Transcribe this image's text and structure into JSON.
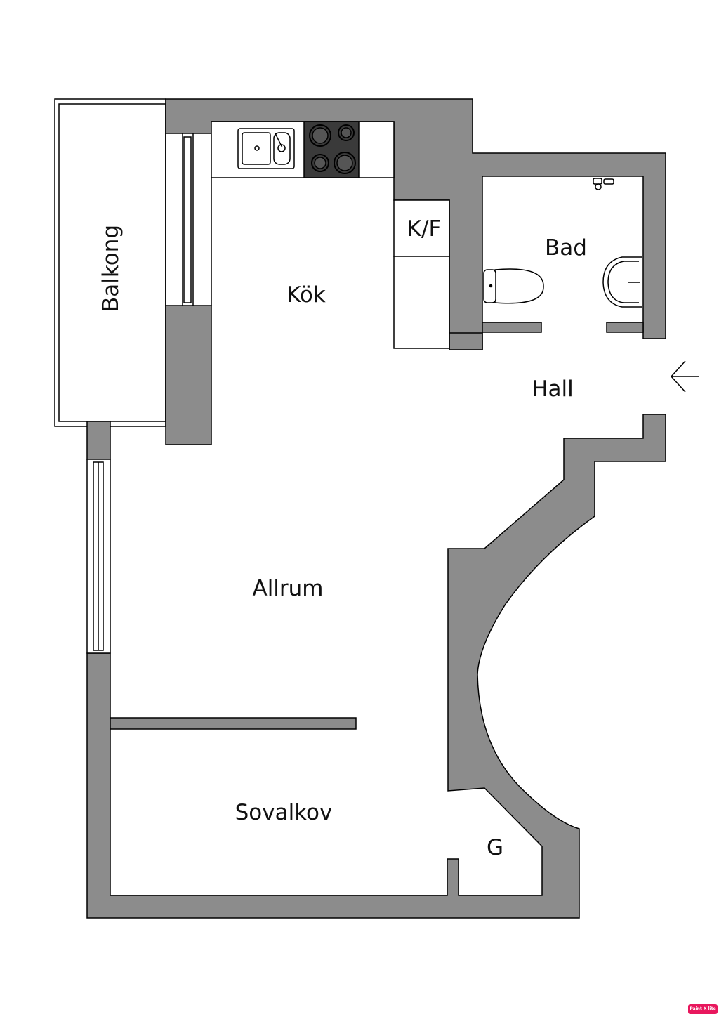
{
  "rooms": {
    "balkong": "Balkong",
    "kok": "Kök",
    "kf": "K/F",
    "bad": "Bad",
    "hall": "Hall",
    "allrum": "Allrum",
    "sovalkov": "Sovalkov",
    "g": "G"
  },
  "colors": {
    "wall": "#8c8c8c",
    "stove": "#3a3a3a",
    "line": "#000000",
    "background": "#ffffff"
  },
  "icons": {
    "entrance": "arrow-left-icon",
    "sink": "kitchen-sink-icon",
    "stove": "stove-icon",
    "toilet": "toilet-icon",
    "washbasin": "washbasin-icon",
    "shower": "shower-icon"
  },
  "watermark": "Paint X lite"
}
